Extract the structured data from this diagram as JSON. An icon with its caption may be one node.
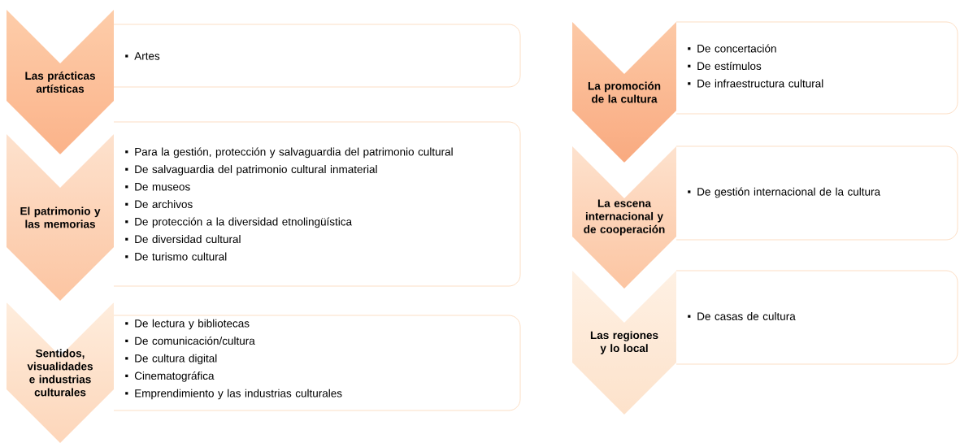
{
  "diagram": {
    "nodes": [
      {
        "text": [
          "Las prácticas artísticas"
        ]
      },
      {
        "text": [
          "Artes"
        ]
      },
      {
        "text": [
          "El patrimonio y las memorias"
        ]
      },
      {
        "text": [
          "Para la gestión, protección y salvaguardia del patrimonio cultural",
          "De salvaguardia del patrimonio cultural inmaterial",
          "De museos",
          "De archivos",
          "De protección a la diversidad etnolingüística",
          "De diversidad cultural",
          "De turismo cultural"
        ]
      },
      {
        "text": [
          "Sentidos, visualidades e industrias culturales"
        ]
      },
      {
        "text": [
          "De lectura y bibliotecas",
          "De comunicación/cultura",
          "De cultura digital",
          "Cinematográfica",
          "Emprendimiento y las industrias culturales"
        ]
      },
      {
        "text": [
          "La promoción de la cultura"
        ]
      },
      {
        "text": [
          "De concertación",
          "De estímulos",
          "De infraestructura cultural"
        ]
      },
      {
        "text": [
          "La escena internacional y de cooperación"
        ]
      },
      {
        "text": [
          "De gestión internacional de la cultura"
        ]
      },
      {
        "text": [
          "Las regiones y lo local"
        ]
      },
      {
        "text": [
          "De casas de cultura"
        ]
      }
    ]
  }
}
